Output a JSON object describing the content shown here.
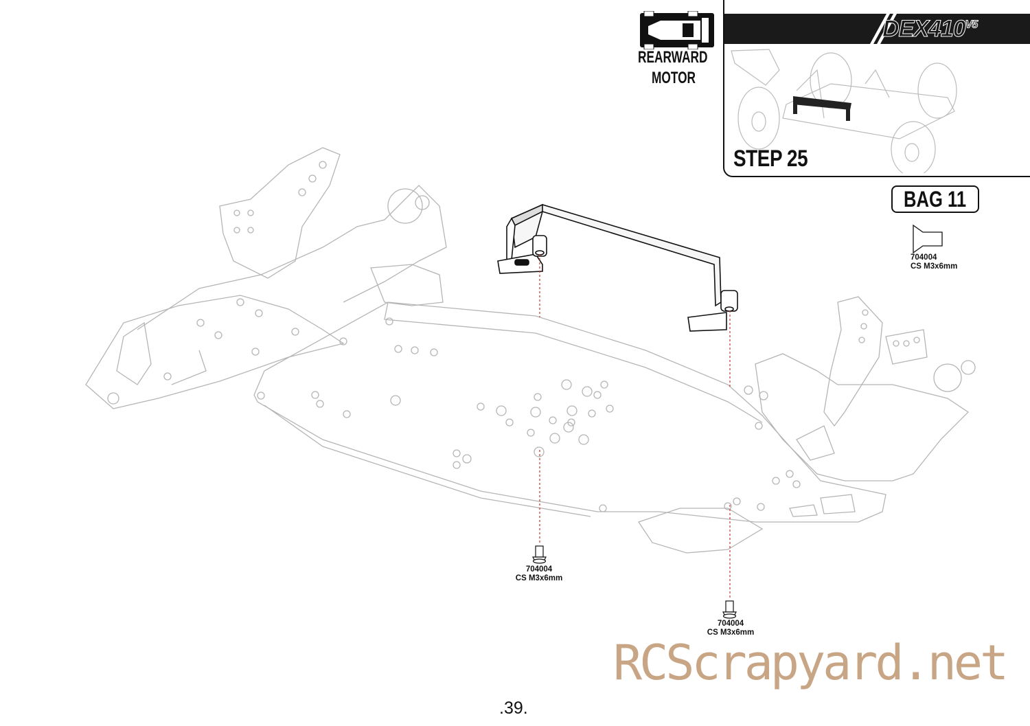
{
  "header": {
    "logo": "DEX410",
    "logo_version": "V5",
    "step": "STEP 25",
    "motor_layout": [
      "REARWARD",
      "MOTOR"
    ]
  },
  "bag": {
    "label": "BAG 11",
    "parts": [
      {
        "part_no": "704004",
        "desc": "CS M3x6mm"
      }
    ]
  },
  "callouts": [
    {
      "part_no": "704004",
      "desc": "CS M3x6mm"
    },
    {
      "part_no": "704004",
      "desc": "CS M3x6mm"
    }
  ],
  "watermark": "RCScrapyard.net",
  "page_number": ".39.",
  "colors": {
    "guide_line": "#c0392b",
    "chassis_line": "#b5b5b5",
    "watermark": "#c8a584"
  }
}
